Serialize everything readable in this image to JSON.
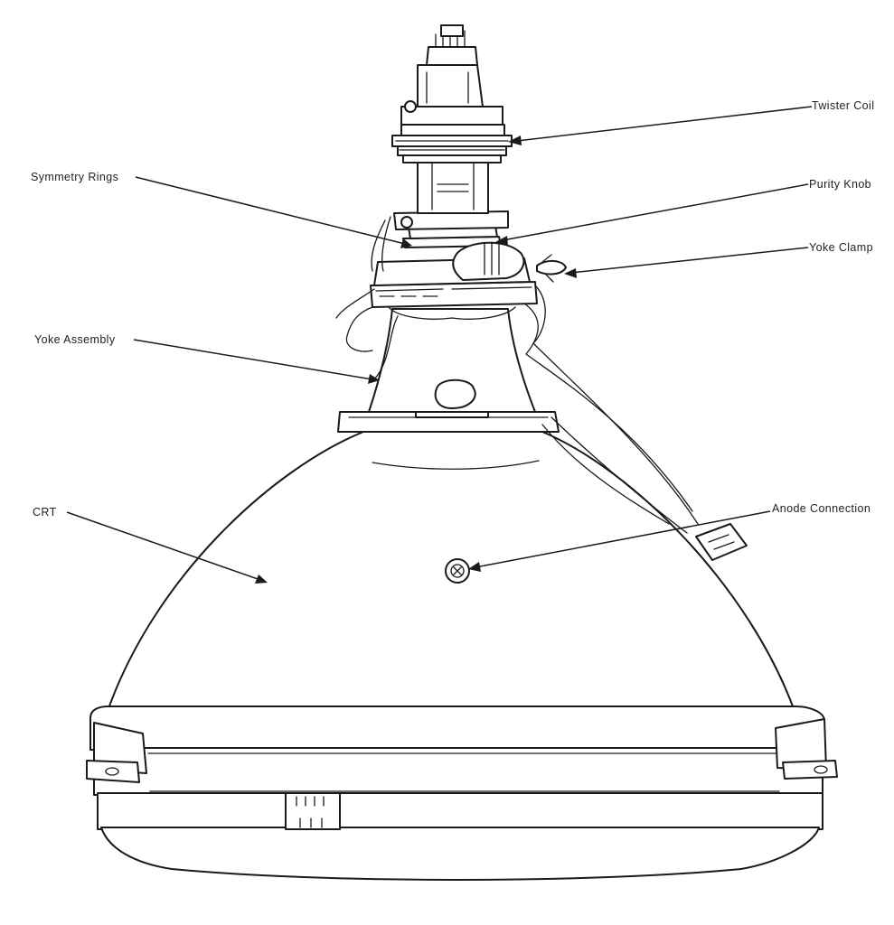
{
  "labels": {
    "twister_coil": "Twister Coil",
    "symmetry_rings": "Symmetry Rings",
    "purity_knob": "Purity Knob",
    "yoke_clamp": "Yoke Clamp",
    "yoke_assembly": "Yoke Assembly",
    "crt": "CRT",
    "anode_connection": "Anode Connection"
  }
}
